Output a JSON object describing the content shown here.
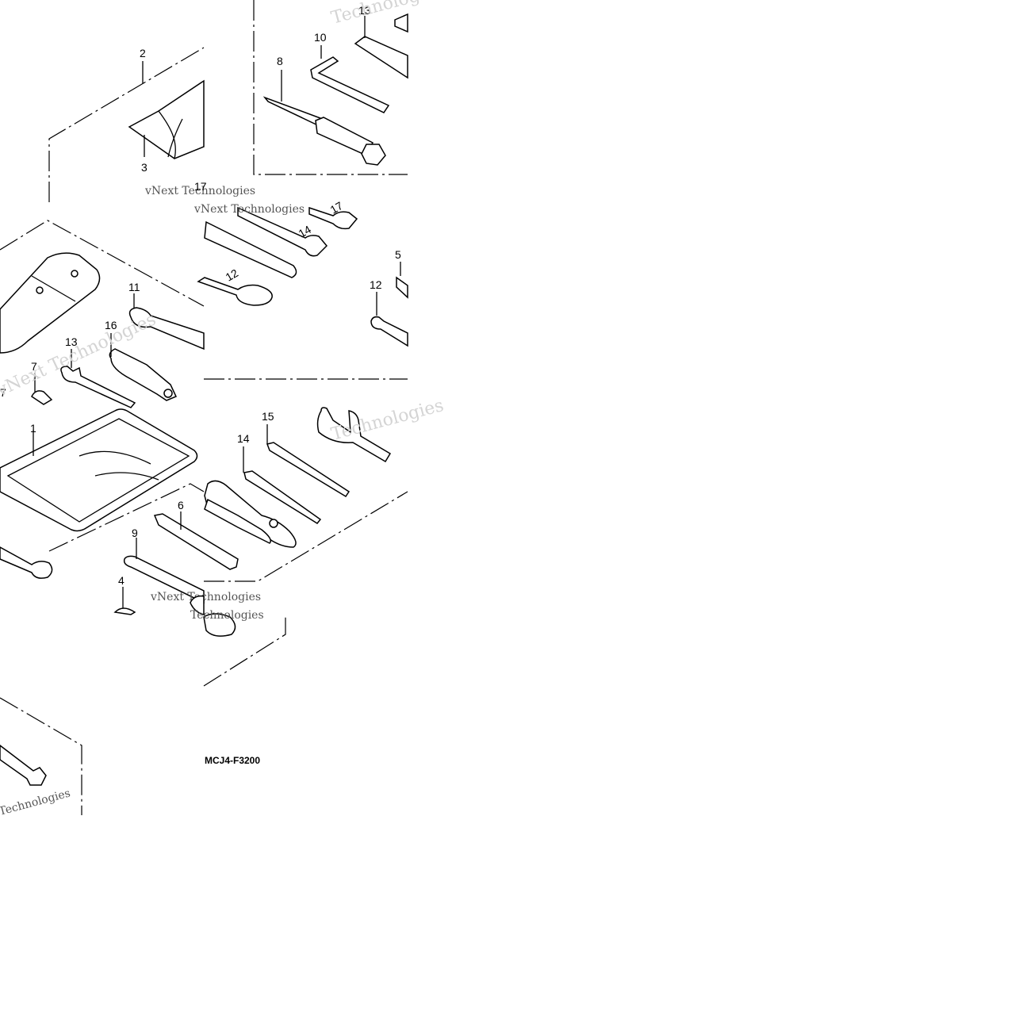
{
  "diagram": {
    "callouts": [
      "1",
      "2",
      "3",
      "4",
      "5",
      "6",
      "7",
      "8",
      "9",
      "10",
      "11",
      "12",
      "13",
      "14",
      "15",
      "16",
      "17"
    ],
    "wrench_stamps": [
      "12",
      "14",
      "17"
    ],
    "drawing_code": "MCJ4-F3200",
    "watermark_texts": [
      "vNext Technologies",
      "Technologies"
    ]
  }
}
